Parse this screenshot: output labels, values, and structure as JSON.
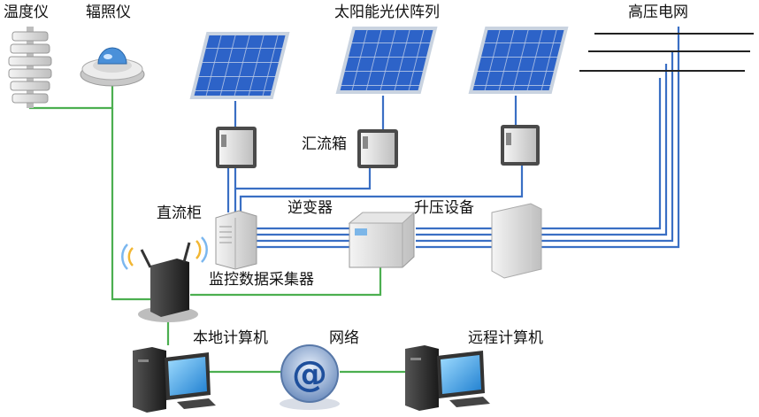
{
  "labels": {
    "temperature": "温度仪",
    "irradiance": "辐照仪",
    "pv_array": "太阳能光伏阵列",
    "grid": "高压电网",
    "combiner": "汇流箱",
    "dc_cabinet": "直流柜",
    "inverter": "逆变器",
    "booster": "升压设备",
    "collector": "监控数据采集器",
    "local_pc": "本地计算机",
    "network": "网络",
    "remote_pc": "远程计算机"
  },
  "colors": {
    "power_line": "#3a6fc4",
    "signal_line": "#4caf50",
    "panel": "#2d63c8",
    "panel_frame": "#c9d3e0",
    "grid_line": "#222222"
  }
}
